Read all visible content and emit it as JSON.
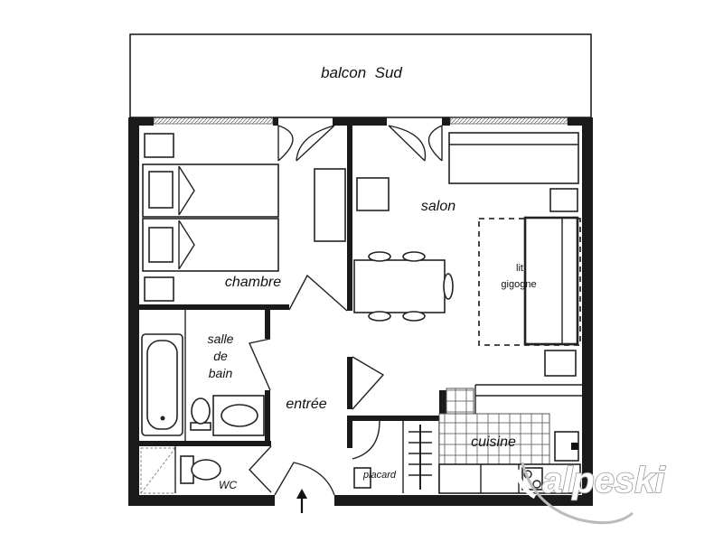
{
  "rooms": {
    "balcony": "balcon  Sud",
    "living": "salon",
    "bedroom": "chambre",
    "bathroom_line1": "salle",
    "bathroom_line2": "de",
    "bathroom_line3": "bain",
    "entrance": "entrée",
    "kitchen": "cuisine",
    "wc": "WC",
    "closet": "placard"
  },
  "furniture": {
    "bunk_bed_line1": "lit",
    "bunk_bed_line2": "gigogne"
  },
  "logo": {
    "text": "alpeski"
  }
}
